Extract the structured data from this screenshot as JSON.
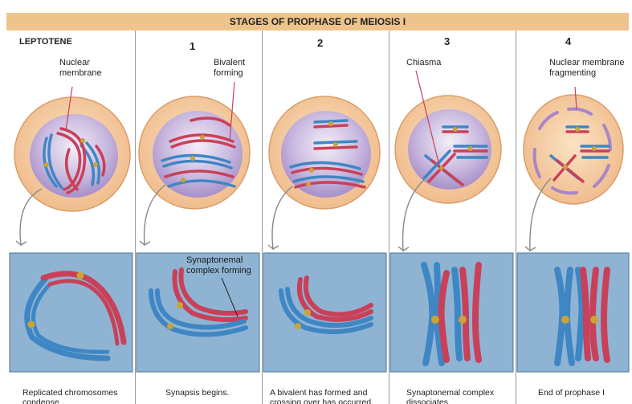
{
  "title": "STAGES OF PROPHASE OF MEIOSIS I",
  "stages": [
    {
      "heading": "LEPTOTENE",
      "caption": "Replicated chromosomes condense."
    },
    {
      "heading": "1",
      "caption": "Synapsis begins."
    },
    {
      "heading": "2",
      "caption": "A bivalent has formed and crossing over has occurred."
    },
    {
      "heading": "3",
      "caption": "Synaptonemal complex dissociates."
    },
    {
      "heading": "4",
      "caption": "End of prophase I"
    }
  ],
  "labels": {
    "nuclear_membrane": "Nuclear membrane",
    "bivalent_forming": "Bivalent forming",
    "chiasma": "Chiasma",
    "nuclear_membrane_fragmenting": "Nuclear membrane fragmenting",
    "synaptonemal_complex_forming": "Synaptonemal complex forming"
  },
  "colors": {
    "title_bar": "#eec48c",
    "zoom_panel": "#8fb4d3",
    "cell_cytoplasm": "#f3c89a",
    "nucleus": "#c8b6dc",
    "chromosome_blue": "#3f86c4",
    "chromosome_red": "#c94059",
    "centromere": "#c9a437"
  }
}
